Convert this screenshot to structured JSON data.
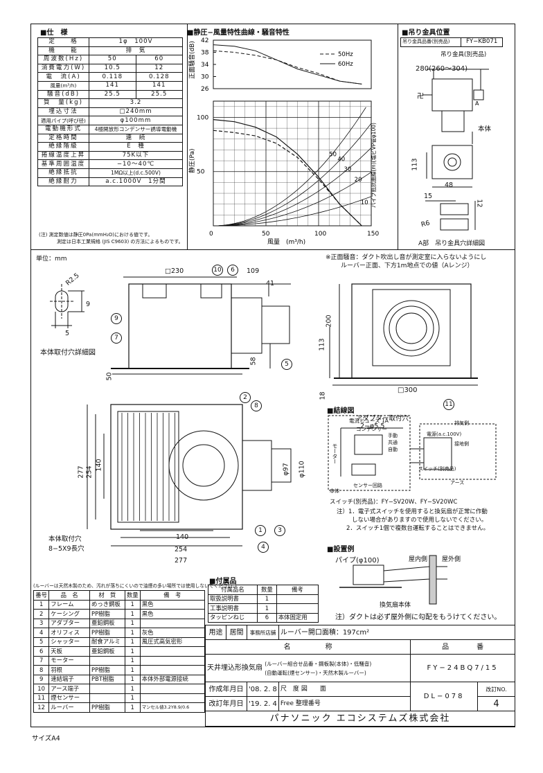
{
  "spec": {
    "heading": "■仕　様",
    "rows": [
      {
        "k": "定　　格",
        "v": "1φ　100V"
      },
      {
        "k": "機　　能",
        "v": "排　気"
      },
      {
        "k": "周波数(Hz)",
        "v1": "50",
        "v2": "60"
      },
      {
        "k": "消費電力(W)",
        "v1": "10.5",
        "v2": "12"
      },
      {
        "k": "電　流(A)",
        "v1": "0.118",
        "v2": "0.128"
      },
      {
        "k": "風量(m³/h)",
        "v1": "141",
        "v2": "141"
      },
      {
        "k": "騒音(dB)",
        "v1": "25.5",
        "v2": "25.5"
      },
      {
        "k": "質　量(kg)",
        "v": "3.2"
      },
      {
        "k": "埋込寸法",
        "v": "□240mm"
      },
      {
        "k": "適用パイプ(呼び径)",
        "v": "φ100mm"
      },
      {
        "k": "電動機形式",
        "v": "4極開放形コンデンサー誘導電動機"
      },
      {
        "k": "定格時間",
        "v": "連　続"
      },
      {
        "k": "絶縁階級",
        "v": "E　種"
      },
      {
        "k": "捲線温度上昇",
        "v": "75K以下"
      },
      {
        "k": "基準周囲温度",
        "v": "−10〜40℃"
      },
      {
        "k": "絶縁抵抗",
        "v": "1MΩ以上(d.c.500V)"
      },
      {
        "k": "絶縁耐力",
        "v": "a.c.1000V　1分間"
      }
    ],
    "note1": "(注) 測定数値は静圧0Pa(mmH₂O)における値です。",
    "note2": "測定は日本工業規格 (JIS C9603) の方法によるものです。"
  },
  "chart": {
    "heading": "■静圧−風量特性曲線・騒音特性",
    "legend50": "50Hz",
    "legend60": "60Hz",
    "noise_axis_label": "正面騒音(dB)",
    "noise_ticks": [
      "42",
      "38",
      "34",
      "30",
      "26"
    ],
    "pressure_axis_label": "静圧(Pa)",
    "pressure_ticks": [
      "100",
      "50"
    ],
    "flow_ticks": [
      "0",
      "50",
      "100",
      "150"
    ],
    "xlabel": "風量　(m³/h)",
    "resistance_label": "パイプ抵抗曲線(m)(塩ビVP管φ100)",
    "resistance_curves": [
      "50",
      "40",
      "30",
      "20",
      "10"
    ]
  },
  "chart_data": [
    {
      "type": "line",
      "x": [
        0,
        20,
        40,
        60,
        80,
        100,
        120,
        141
      ],
      "ylabel": "正面騒音(dB)",
      "ylim": [
        26,
        42
      ],
      "series": [
        {
          "name": "50Hz",
          "values": [
            38.5,
            38,
            37,
            35.5,
            33,
            31,
            28.5,
            27.5
          ]
        },
        {
          "name": "60Hz",
          "values": [
            40.5,
            40,
            38.5,
            35.5,
            32.5,
            30.5,
            28.5,
            27.5
          ]
        }
      ]
    },
    {
      "type": "line",
      "x": [
        0,
        20,
        40,
        60,
        80,
        100,
        120,
        141
      ],
      "xlabel": "風量　(m³/h)",
      "ylabel": "静圧(Pa)",
      "xlim": [
        0,
        150
      ],
      "ylim": [
        0,
        115
      ],
      "series": [
        {
          "name": "50Hz",
          "values": [
            88,
            86,
            83,
            76,
            63,
            43,
            20,
            0
          ]
        },
        {
          "name": "60Hz",
          "values": [
            98,
            96,
            91,
            82,
            66,
            45,
            20,
            0
          ]
        }
      ]
    }
  ],
  "hanger": {
    "heading": "■吊り金具位置",
    "option_label": "吊り金具品番(別売品)",
    "option_code": "FY−KB071",
    "hanger_label": "吊り金具(別売品)",
    "dim_top": "280(260〜304)",
    "body_label": "本体",
    "dim_113": "113",
    "dim_48": "48",
    "dim_15": "15",
    "dim_12": "12",
    "r6": "R6",
    "detail_title": "A部　吊り金具穴詳細図",
    "a_label": "A"
  },
  "units": "単位：mm",
  "noise_note1": "※正面騒音：ダクト吹出し音が測定室に入らないようにし",
  "noise_note2": "ルーバー正面、下方1m地点での値（Aレンジ）",
  "side": {
    "dim_230": "□230",
    "dim_109": "109",
    "dim_41": "41",
    "dim_50": "50",
    "dim_58": "58",
    "dim_200": "200",
    "dim_113": "113",
    "dim_18": "18",
    "dim_300": "□300"
  },
  "hole": {
    "r": "R2.5",
    "dim9": "9",
    "dim5": "5",
    "title": "本体取付穴詳細図"
  },
  "bottom": {
    "adapter_label": "アダプター取付穴",
    "adapter_dims": "2−φ5.5",
    "dim_277": "277",
    "dim_254": "254",
    "dim_140": "140",
    "phi97": "φ97",
    "phi110": "φ110",
    "mount_label": "本体取付穴",
    "mount_dims": "8−5X9長穴",
    "dim_140b": "140",
    "dim_254b": "254",
    "dim_277b": "277"
  },
  "callouts": [
    "1",
    "2",
    "3",
    "4",
    "5",
    "6",
    "7",
    "8",
    "9",
    "10",
    "11"
  ],
  "wiring": {
    "heading": "■結線図",
    "fuse": "電流ヒューズ 1A",
    "condenser": "コンデンサー",
    "motor": "モーター",
    "manual": "手動",
    "common": "共通",
    "auto": "自動",
    "exhaust": "排気側",
    "power": "電源(a.c.100V)",
    "neutral": "接地側",
    "switch": "スイッチ(別売品)",
    "ground": "アース",
    "body": "本体",
    "sensor": "センサー回路",
    "switch_models": "スイッチ(別売品)：FY−SV20W、FY−SV20WC",
    "note1": "注）1．電子式スイッチを使用すると換気扇が正常に作動",
    "note1b": "しない場合がありますので使用しないでください。",
    "note2": "2．スイッチ1個で複数台運転することはできません。"
  },
  "install": {
    "heading": "■設置例",
    "pipe": "パイプ(φ100)",
    "inside": "屋内側",
    "outside": "屋外側",
    "body": "換気扇本体",
    "note": "注）ダクトは必ず屋外側に勾配をもうけてください。"
  },
  "parts": {
    "note": "(ルーバーは天然木製のため、汚れが落ちにくいので油煙の多い場所では使用しないでください。)",
    "headers": [
      "番号",
      "品　名",
      "材　質",
      "数量",
      "備　考"
    ],
    "rows": [
      [
        "1",
        "フレーム",
        "めっき鋼板",
        "1",
        "黒色"
      ],
      [
        "2",
        "ケーシング",
        "PP樹脂",
        "1",
        "黒色"
      ],
      [
        "3",
        "アダプター",
        "亜鉛鋼板",
        "1",
        ""
      ],
      [
        "4",
        "オリフィス",
        "PP樹脂",
        "1",
        "灰色"
      ],
      [
        "5",
        "シャッター",
        "耐食アルミ",
        "1",
        "風圧式高気密形"
      ],
      [
        "6",
        "天板",
        "亜鉛鋼板",
        "1",
        ""
      ],
      [
        "7",
        "モーター",
        "",
        "1",
        ""
      ],
      [
        "8",
        "羽根",
        "PP樹脂",
        "1",
        ""
      ],
      [
        "9",
        "速結端子",
        "PBT樹脂",
        "1",
        "本体外部電源接続"
      ],
      [
        "10",
        "アース端子",
        "",
        "1",
        ""
      ],
      [
        "11",
        "煙センサー",
        "",
        "1",
        ""
      ],
      [
        "12",
        "ルーバー",
        "PP樹脂",
        "1",
        "マンセル値3.2Y8.9/0.6"
      ]
    ]
  },
  "accessories": {
    "heading": "■付属品",
    "headers": [
      "付属品名",
      "数量",
      "備考"
    ],
    "rows": [
      [
        "取扱説明書",
        "1",
        ""
      ],
      [
        "工事説明書",
        "1",
        ""
      ],
      [
        "タッピンねじ",
        "6",
        "本体固定用"
      ]
    ]
  },
  "titleblock": {
    "use_label": "用途",
    "use1": "居間",
    "use2": "事務所店舗",
    "louver_area": "ルーバー開口面積：197cm²",
    "name_header": "名　　　　　称",
    "code_header": "品　　　　番",
    "name": "天井埋込形換気扇",
    "name_detail1": "(ルーバー組合せ品番・鋼板製(本体)・低騒音)",
    "name_detail2": "(自動運転(煙センサー)・天然木製ルーバー)",
    "model": "FY−24BQ7/15",
    "created_label": "作成年月日",
    "created": "'08. 2. 8",
    "revised_label": "改訂年月日",
    "revised": "'19. 2. 4",
    "scale_label": "尺　度",
    "scale": "Free",
    "drawing_label": "図　　面",
    "number_label": "整理番号",
    "drawing_no": "DL−078",
    "rev_label": "改訂NO.",
    "rev": "4",
    "company": "パナソニック エコシステムズ株式会社"
  },
  "size": "サイズA4"
}
